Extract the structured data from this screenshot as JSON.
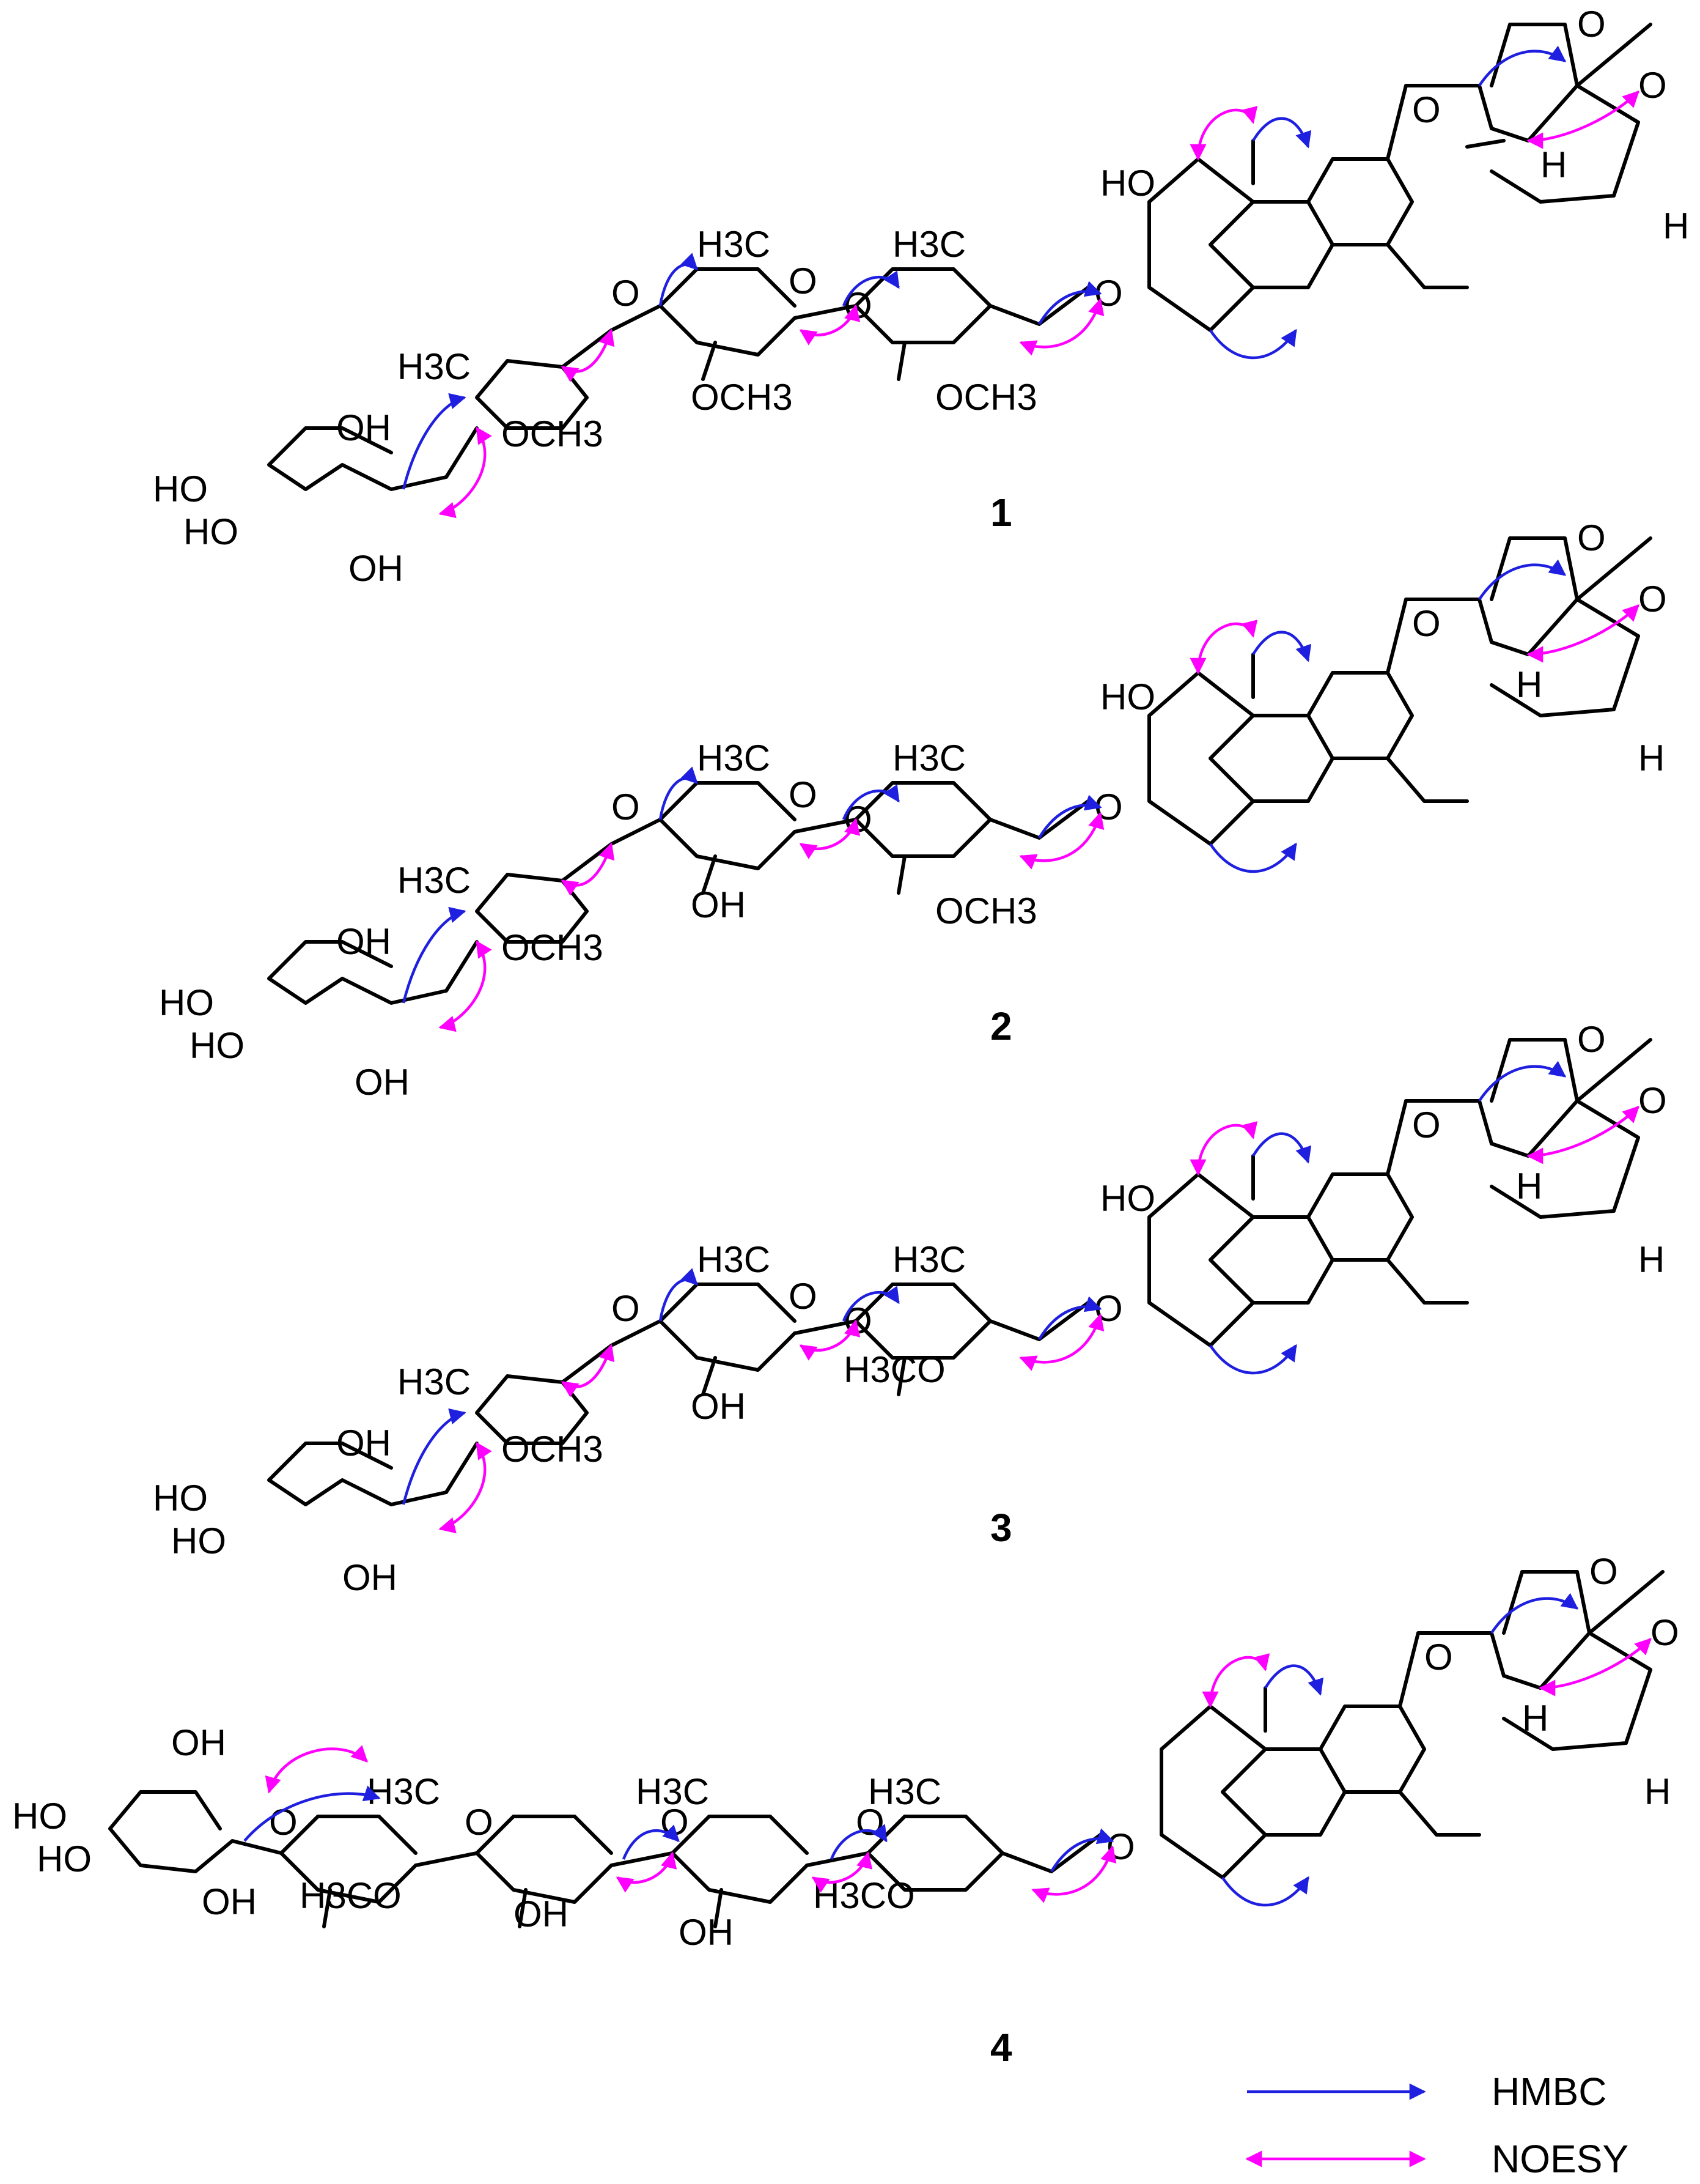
{
  "compounds": [
    {
      "number": "1"
    },
    {
      "number": "2"
    },
    {
      "number": "3"
    },
    {
      "number": "4"
    }
  ],
  "atoms": {
    "ho": "HO",
    "oh": "OH",
    "o": "O",
    "h": "H",
    "ch3": "H3C",
    "och3": "OCH3",
    "h3co": "H3CO"
  },
  "legend": {
    "hmbc_label": "HMBC",
    "noesy_label": "NOESY",
    "hmbc_color": "#1f1fe0",
    "noesy_color": "#ff00ff"
  }
}
